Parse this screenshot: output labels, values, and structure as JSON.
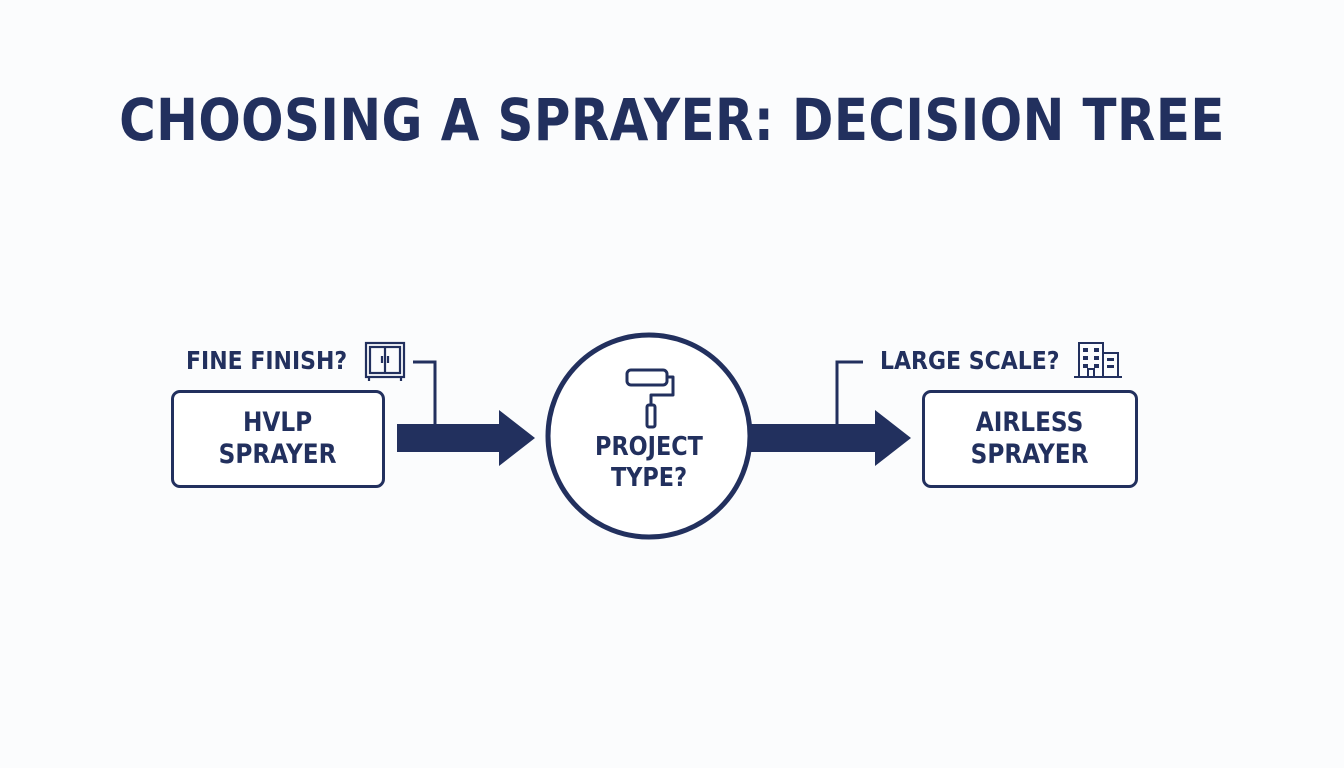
{
  "title": "CHOOSING A SPRAYER: DECISION TREE",
  "center": {
    "line1": "PROJECT",
    "line2": "TYPE?",
    "icon": "paint-roller-icon"
  },
  "left": {
    "question": "FINE FINISH?",
    "question_icon": "cabinet-icon",
    "result_line1": "HVLP",
    "result_line2": "SPRAYER"
  },
  "right": {
    "question": "LARGE SCALE?",
    "question_icon": "building-icon",
    "result_line1": "AIRLESS",
    "result_line2": "SPRAYER"
  },
  "colors": {
    "primary": "#22305e",
    "background": "#fbfcfd"
  }
}
